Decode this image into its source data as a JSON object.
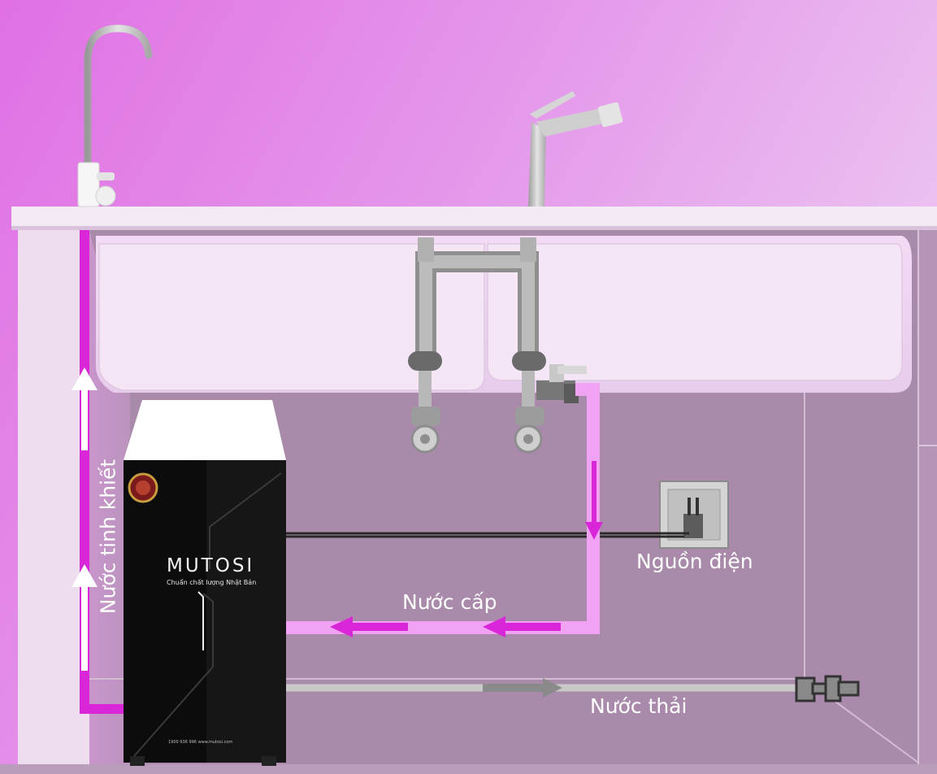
{
  "labels": {
    "power": "Nguồn điện",
    "feed_water": "Nước cấp",
    "waste_water": "Nước thải",
    "pure_water": "Nước tinh khiết"
  },
  "unit": {
    "brand": "MUTOSI",
    "tagline": "Chuẩn chất lượng Nhật Bản",
    "contact": "1900 636 996   www.mutosi.com"
  },
  "colors": {
    "background_top": "#e070e4",
    "cabinet_back": "#a98aab",
    "pure_line": "#d826d8",
    "feed_line": "#f2a2f2",
    "waste_line": "#c9c9c9",
    "arrow_white": "#ffffff",
    "unit_body": "#0c0c0c"
  },
  "icons": [
    "gooseneck-faucet-icon",
    "kitchen-faucet-icon",
    "power-socket-icon",
    "drain-valve-icon",
    "certification-seal-icon"
  ]
}
